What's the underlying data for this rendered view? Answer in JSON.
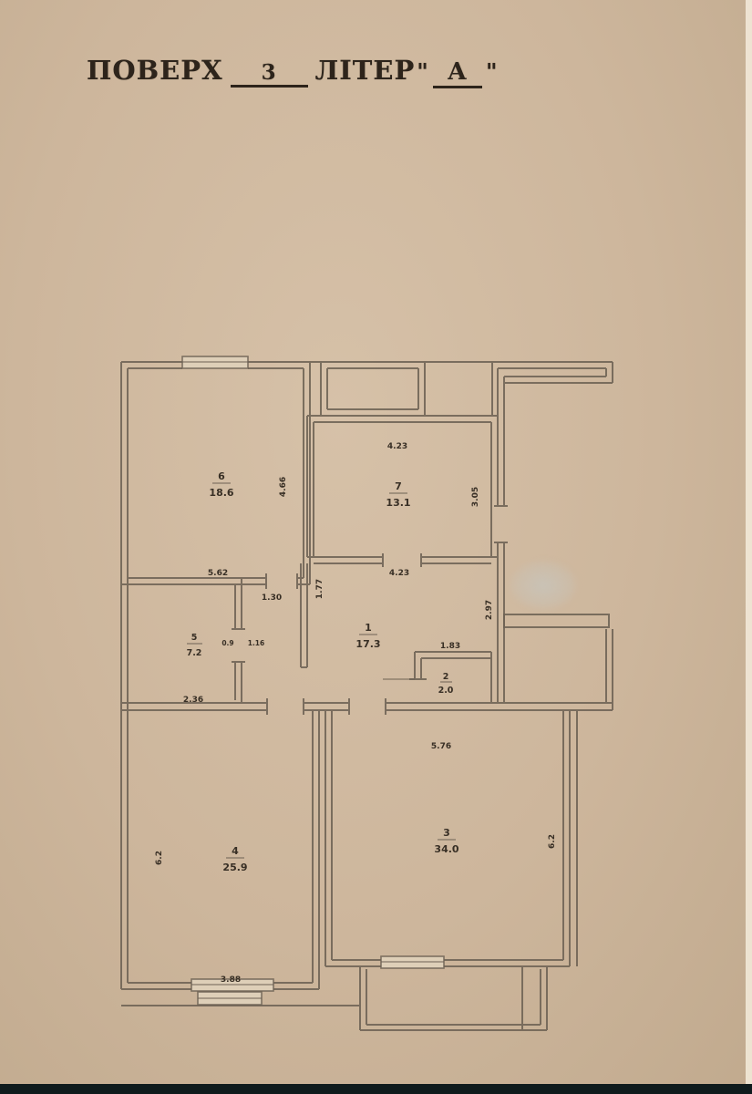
{
  "title": {
    "floor_label": "ПОВЕРХ",
    "floor_number": "3",
    "letter_label": "ЛІТЕР",
    "open_quote": "\"",
    "letter_value": "А",
    "close_quote": "\""
  },
  "rooms": [
    {
      "number": "6",
      "area": "18.6"
    },
    {
      "number": "7",
      "area": "13.1"
    },
    {
      "number": "1",
      "area": "17.3"
    },
    {
      "number": "5",
      "area": "7.2"
    },
    {
      "number": "2",
      "area": "2.0"
    },
    {
      "number": "4",
      "area": "25.9"
    },
    {
      "number": "3",
      "area": "34.0"
    }
  ],
  "dims": [
    {
      "v": "4.23"
    },
    {
      "v": "4.66"
    },
    {
      "v": "3.05"
    },
    {
      "v": "5.62"
    },
    {
      "v": "4.23"
    },
    {
      "v": "1.30"
    },
    {
      "v": "1.77"
    },
    {
      "v": "2.97"
    },
    {
      "v": "1.83"
    },
    {
      "v": "0.9"
    },
    {
      "v": "1.16"
    },
    {
      "v": "2.36"
    },
    {
      "v": "5.76"
    },
    {
      "v": "6.2"
    },
    {
      "v": "6.2"
    },
    {
      "v": "3.88"
    }
  ],
  "colors": {
    "paper": "#cdb69c",
    "line": "#6d6254",
    "text": "#382f25",
    "bottom_band": "#0f1b1d"
  }
}
